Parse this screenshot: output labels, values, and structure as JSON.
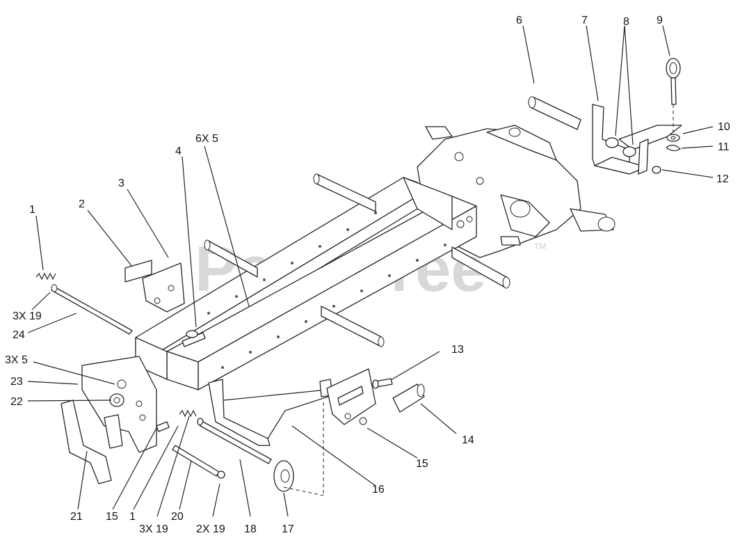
{
  "watermark": {
    "brand": "PartsTree",
    "trademark": "TM"
  },
  "callouts": [
    {
      "id": "c1",
      "text": "1"
    },
    {
      "id": "c2",
      "text": "2"
    },
    {
      "id": "c3",
      "text": "3"
    },
    {
      "id": "c4",
      "text": "4"
    },
    {
      "id": "c6x5",
      "text": "6X 5"
    },
    {
      "id": "c6",
      "text": "6"
    },
    {
      "id": "c7",
      "text": "7"
    },
    {
      "id": "c8",
      "text": "8"
    },
    {
      "id": "c9",
      "text": "9"
    },
    {
      "id": "c10",
      "text": "10"
    },
    {
      "id": "c11",
      "text": "11"
    },
    {
      "id": "c12",
      "text": "12"
    },
    {
      "id": "c3x19a",
      "text": "3X 19"
    },
    {
      "id": "c24",
      "text": "24"
    },
    {
      "id": "c3x5",
      "text": "3X 5"
    },
    {
      "id": "c23",
      "text": "23"
    },
    {
      "id": "c22",
      "text": "22"
    },
    {
      "id": "c13",
      "text": "13"
    },
    {
      "id": "c14",
      "text": "14"
    },
    {
      "id": "c15a",
      "text": "15"
    },
    {
      "id": "c16",
      "text": "16"
    },
    {
      "id": "c21",
      "text": "21"
    },
    {
      "id": "c15b",
      "text": "15"
    },
    {
      "id": "c1b",
      "text": "1"
    },
    {
      "id": "c3x19b",
      "text": "3X 19"
    },
    {
      "id": "c20",
      "text": "20"
    },
    {
      "id": "c2x19",
      "text": "2X 19"
    },
    {
      "id": "c18",
      "text": "18"
    },
    {
      "id": "c17",
      "text": "17"
    }
  ]
}
